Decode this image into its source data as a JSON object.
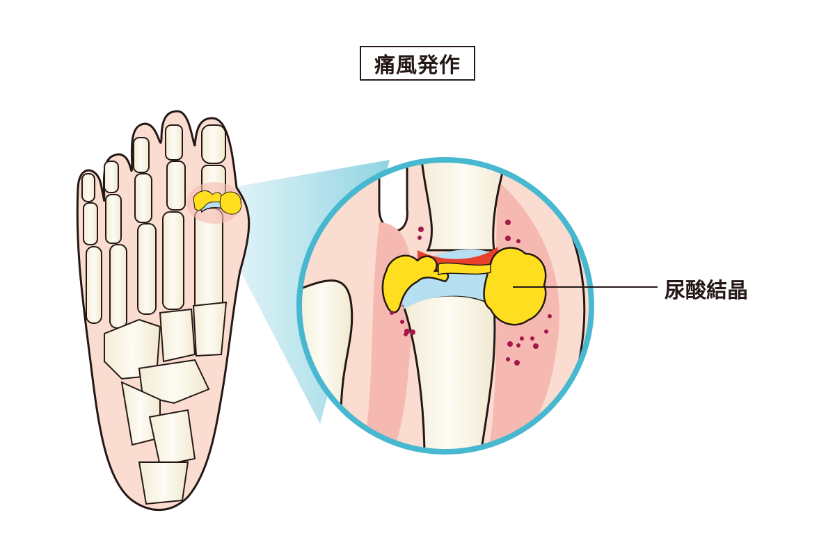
{
  "title": "痛風発作",
  "labels": [
    {
      "id": "uric-acid-crystal",
      "text": "尿酸結晶"
    }
  ],
  "colors": {
    "skin": "#fbdcd0",
    "inflamed": "#f6b9b1",
    "bone": "#fbf7e8",
    "crystal": "#ffde1f",
    "inflammation_red": "#e8412c",
    "cartilage": "#b7dff2",
    "magnifier_ring": "#48b8d0",
    "outline": "#231815",
    "dots": "#a3184a"
  }
}
